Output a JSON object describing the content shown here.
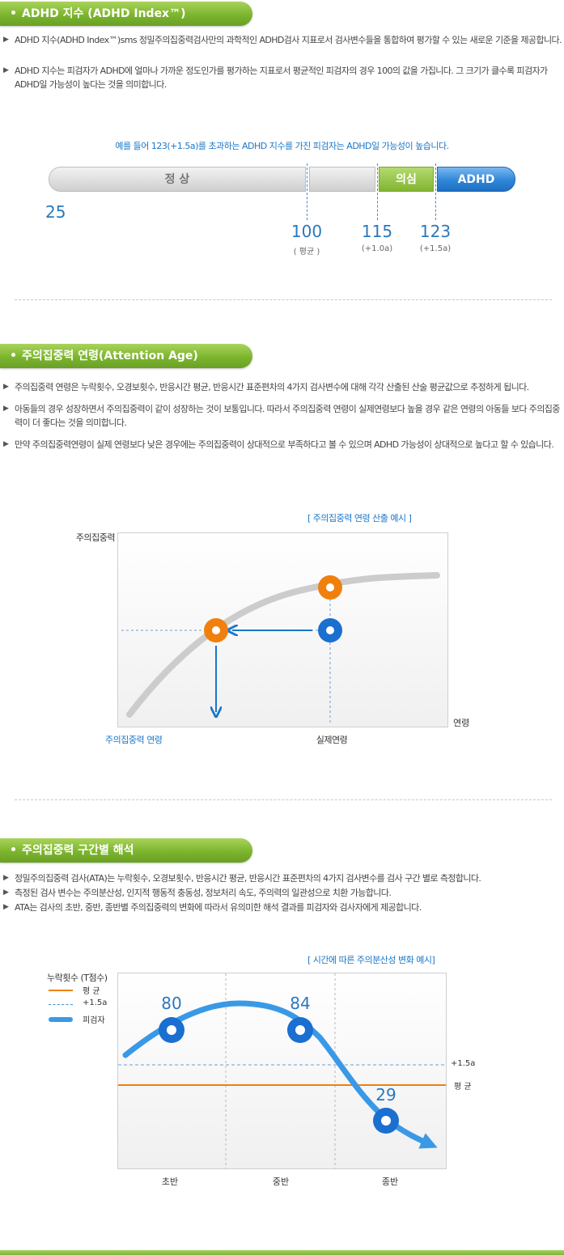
{
  "sections": [
    {
      "title": "ADHD 지수 (ADHD Index™)",
      "bullets": [
        "ADHD 지수(ADHD Index™)sms 정밀주의집중력검사만의 과학적인 ADHD검사 지표로서 검사변수들을 통합하여 평가할 수 있는 새로운 기준을 제공합니다.",
        "ADHD 지수는 피검자가 ADHD에 얼마나 가까운 정도인가를 평가하는 지표로서 평균적인 피검자의 경우 100의 값을 가집니다. 그 크기가 클수록 피검자가 ADHD일 가능성이 높다는 것을 의미합니다."
      ]
    },
    {
      "title": "주의집중력 연령(Attention Age)",
      "bullets": [
        "주의집중력 연령은 누락횟수, 오경보횟수, 반응시간 평균, 반응시간 표준편차의 4가지 검사변수에 대해 각각 산출된 산술 평균값으로 추정하게 됩니다.",
        "아동들의 경우 성장하면서 주의집중력이 같이 성장하는 것이 보통입니다. 따라서 주의집중력 연령이 실제연령보다 높을 경우 같은 연령의 아동들 보다 주의집중력이 더 좋다는 것을 의미합니다.",
        "만약 주의집중력연령이 실제 연령보다 낮은 경우에는 주의집중력이 상대적으로 부족하다고 볼 수 있으며 ADHD 가능성이 상대적으로 높다고 할 수 있습니다."
      ]
    },
    {
      "title": "주의집중력 구간별 해석",
      "bullets": [
        "정밀주의집중력 검사(ATA)는 누락횟수, 오경보횟수, 반응시간 평균, 반응시간 표준편차의 4가지 검사변수를 검사 구간 별로 측정합니다.",
        "측정된 검사 변수는 주의분산성, 인지적 행동적 충동성, 정보처리 속도, 주의력의 일관성으로 치환 가능합니다.",
        "ATA는 검사의 초반, 중반, 종반별 주의집중력의 변화에 따라서 유의미한 해석 결과를 피검자와 검사자에게 제공합니다."
      ]
    }
  ],
  "adhd_scale": {
    "caption": "예를 들어 123(+1.5a)를 초과하는 ADHD 지수를 가진 피검자는 ADHD일 가능성이 높습니다.",
    "bands": [
      "정 상",
      "",
      "의심",
      "ADHD"
    ],
    "min_label": "25",
    "ticks": [
      {
        "value": "100",
        "sub": "( 평균 )"
      },
      {
        "value": "115",
        "sub": "(+1.0a)"
      },
      {
        "value": "123",
        "sub": "(+1.5a)"
      }
    ],
    "colors": {
      "normal": "#d4d4d4",
      "suspect": "#8cbf3a",
      "adhd": "#2f86d8"
    }
  },
  "attention_age_chart": {
    "caption": "[ 주의집중력 연령 산출 예시 ]",
    "ylabel": "주의집중력",
    "xlabel": "연령",
    "x_marker_attention": "주의집중력 연령",
    "x_marker_actual": "실제연령"
  },
  "interval_chart": {
    "caption": "[ 시간에 따른 주의분산성 변화 예시]",
    "ylabel": "누락횟수 (T점수)",
    "legend": [
      {
        "label": "평 균",
        "style": "average"
      },
      {
        "label": "+1.5a",
        "style": "threshold"
      },
      {
        "label": "피검자",
        "style": "subject"
      }
    ],
    "right_labels": {
      "threshold": "+1.5a",
      "average": "평 균"
    },
    "phases": [
      "초반",
      "중반",
      "종반"
    ],
    "point_values": [
      "80",
      "84",
      "29"
    ]
  },
  "chart_data": [
    {
      "type": "line",
      "title": "[ 시간에 따른 주의분산성 변화 예시]",
      "ylabel": "누락횟수 (T점수)",
      "categories": [
        "초반",
        "중반",
        "종반"
      ],
      "series": [
        {
          "name": "피검자",
          "values": [
            80,
            84,
            29
          ]
        }
      ],
      "legend": [
        "평 균",
        "+1.5a",
        "피검자"
      ]
    }
  ],
  "colors": {
    "accent_green": "#7cb52e",
    "blue": "#1a77c9",
    "orange": "#f0800e"
  }
}
